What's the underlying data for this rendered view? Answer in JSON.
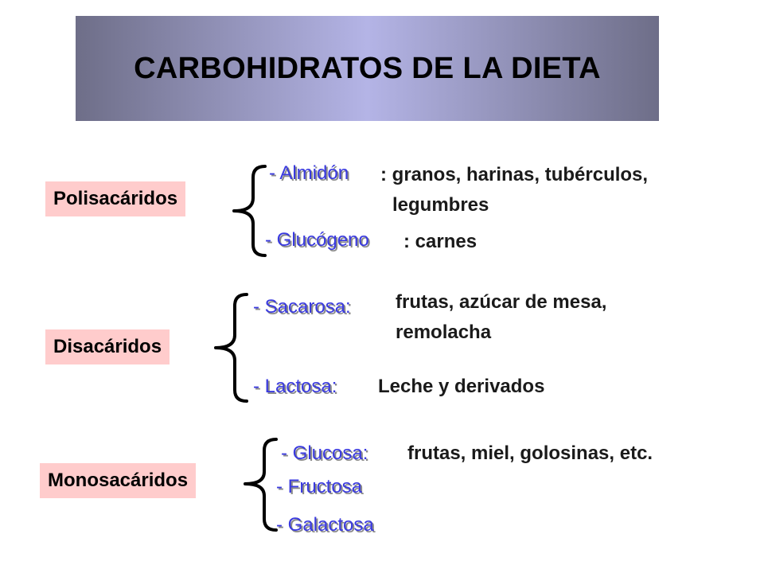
{
  "title": "CARBOHIDRATOS DE LA DIETA",
  "groups": [
    {
      "label": "Polisacáridos",
      "items": [
        {
          "name": "- Almidón",
          "desc": ": granos, harinas, tubérculos,",
          "desc2": "legumbres"
        },
        {
          "name": "- Glucógeno",
          "desc": ": carnes"
        }
      ]
    },
    {
      "label": "Disacáridos",
      "items": [
        {
          "name": "- Sacarosa:",
          "desc": "frutas, azúcar de mesa,",
          "desc2": "remolacha"
        },
        {
          "name": "- Lactosa:",
          "desc": "Leche y derivados"
        }
      ]
    },
    {
      "label": "Monosacáridos",
      "items": [
        {
          "name": "- Glucosa:",
          "desc": "frutas, miel, golosinas, etc."
        },
        {
          "name": "- Fructosa"
        },
        {
          "name": "- Galactosa"
        }
      ]
    }
  ],
  "colors": {
    "label_background": "#ffcccc",
    "item_color": "#3a3adf",
    "title_gradient_center": "#b4b4e6",
    "title_gradient_edge": "#6e6e88"
  }
}
